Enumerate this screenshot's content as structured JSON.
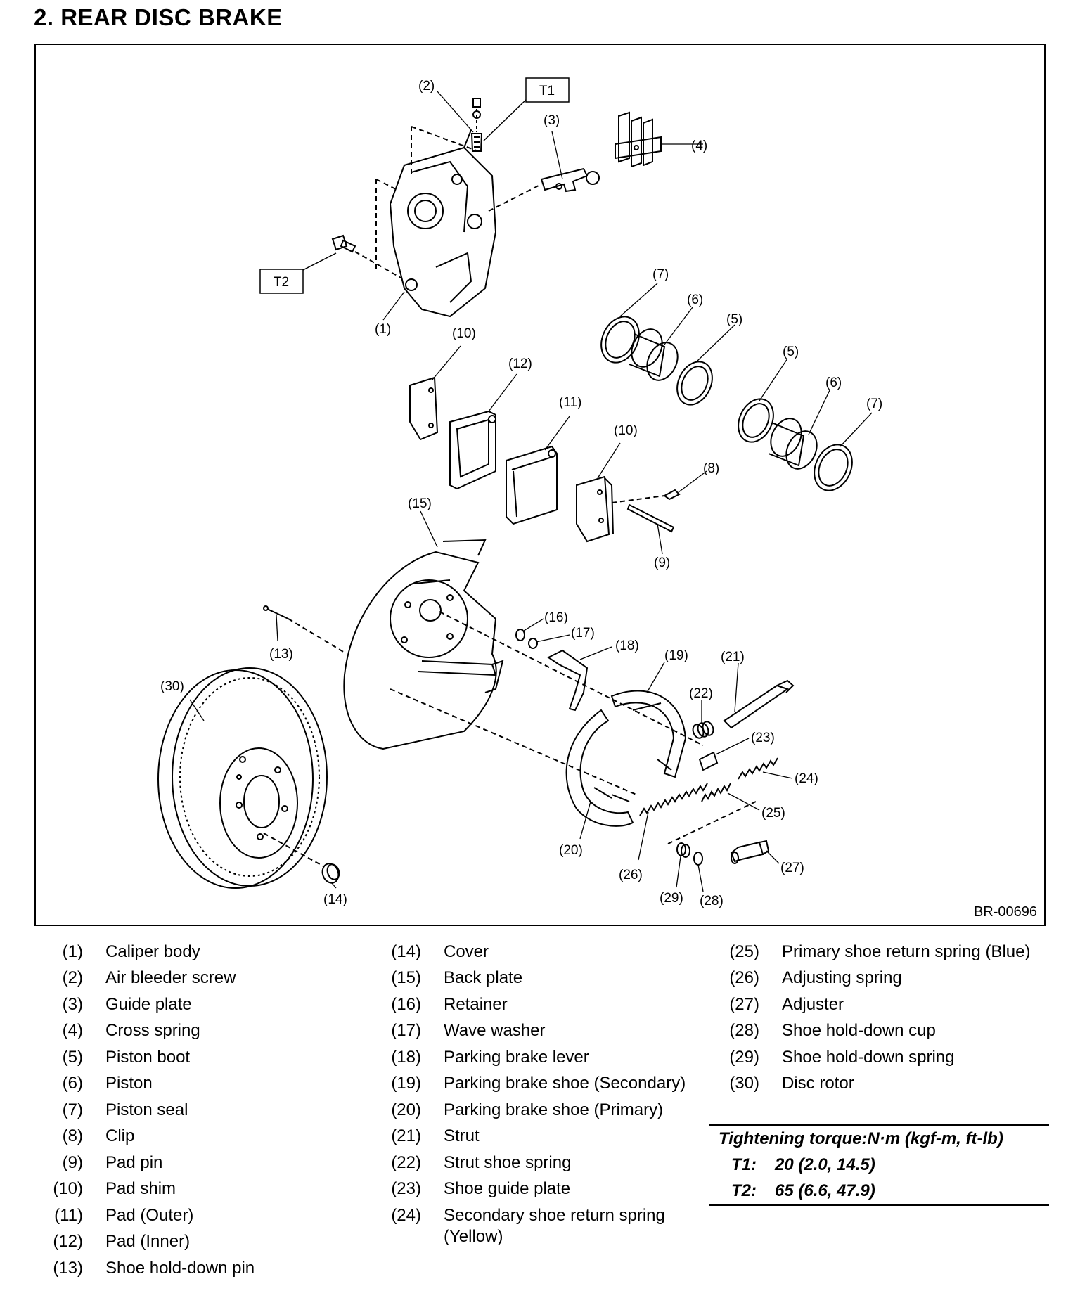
{
  "page_title": "2.  REAR DISC BRAKE",
  "figure_id": "BR-00696",
  "torque_boxes": {
    "t1": "T1",
    "t2": "T2"
  },
  "callouts": {
    "c1": "(1)",
    "c2": "(2)",
    "c3": "(3)",
    "c4": "(4)",
    "c5a": "(5)",
    "c5b": "(5)",
    "c6a": "(6)",
    "c6b": "(6)",
    "c7a": "(7)",
    "c7b": "(7)",
    "c8": "(8)",
    "c9": "(9)",
    "c10a": "(10)",
    "c10b": "(10)",
    "c11": "(11)",
    "c12": "(12)",
    "c13": "(13)",
    "c14": "(14)",
    "c15": "(15)",
    "c16": "(16)",
    "c17": "(17)",
    "c18": "(18)",
    "c19": "(19)",
    "c20": "(20)",
    "c21": "(21)",
    "c22": "(22)",
    "c23": "(23)",
    "c24": "(24)",
    "c25": "(25)",
    "c26": "(26)",
    "c27": "(27)",
    "c28": "(28)",
    "c29": "(29)",
    "c30": "(30)"
  },
  "legend": {
    "col1": [
      {
        "num": "(1)",
        "name": "Caliper body"
      },
      {
        "num": "(2)",
        "name": "Air bleeder screw"
      },
      {
        "num": "(3)",
        "name": "Guide plate"
      },
      {
        "num": "(4)",
        "name": "Cross spring"
      },
      {
        "num": "(5)",
        "name": "Piston boot"
      },
      {
        "num": "(6)",
        "name": "Piston"
      },
      {
        "num": "(7)",
        "name": "Piston seal"
      },
      {
        "num": "(8)",
        "name": "Clip"
      },
      {
        "num": "(9)",
        "name": "Pad pin"
      },
      {
        "num": "(10)",
        "name": "Pad shim"
      },
      {
        "num": "(11)",
        "name": "Pad (Outer)"
      },
      {
        "num": "(12)",
        "name": "Pad (Inner)"
      },
      {
        "num": "(13)",
        "name": "Shoe hold-down pin"
      }
    ],
    "col2": [
      {
        "num": "(14)",
        "name": "Cover"
      },
      {
        "num": "(15)",
        "name": "Back plate"
      },
      {
        "num": "(16)",
        "name": "Retainer"
      },
      {
        "num": "(17)",
        "name": "Wave washer"
      },
      {
        "num": "(18)",
        "name": "Parking brake lever"
      },
      {
        "num": "(19)",
        "name": "Parking brake shoe (Secondary)"
      },
      {
        "num": "(20)",
        "name": "Parking brake shoe (Primary)"
      },
      {
        "num": "(21)",
        "name": "Strut"
      },
      {
        "num": "(22)",
        "name": "Strut shoe spring"
      },
      {
        "num": "(23)",
        "name": "Shoe guide plate"
      },
      {
        "num": "(24)",
        "name": "Secondary shoe return spring",
        "name2": "(Yellow)"
      }
    ],
    "col3": [
      {
        "num": "(25)",
        "name": "Primary shoe return spring (Blue)"
      },
      {
        "num": "(26)",
        "name": "Adjusting spring"
      },
      {
        "num": "(27)",
        "name": "Adjuster"
      },
      {
        "num": "(28)",
        "name": "Shoe hold-down cup"
      },
      {
        "num": "(29)",
        "name": "Shoe hold-down spring"
      },
      {
        "num": "(30)",
        "name": "Disc rotor"
      }
    ]
  },
  "torque": {
    "heading": "Tightening torque:N·m (kgf-m, ft-lb)",
    "t1_label": "T1:",
    "t1_value": "20 (2.0, 14.5)",
    "t2_label": "T2:",
    "t2_value": "65 (6.6, 47.9)"
  }
}
